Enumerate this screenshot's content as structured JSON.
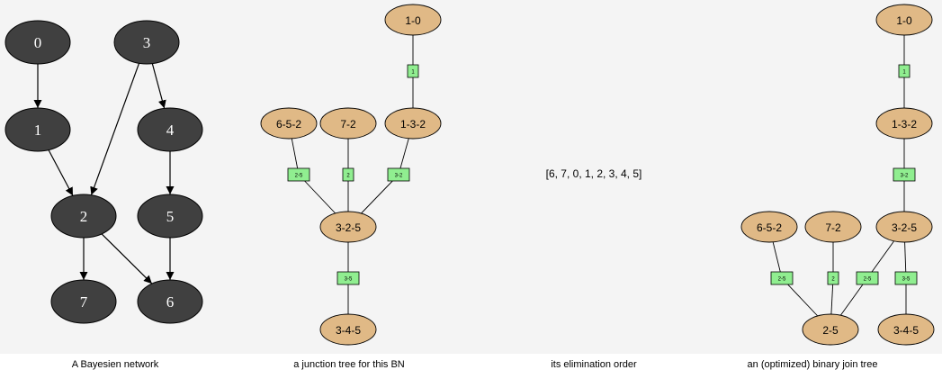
{
  "colors": {
    "panel_bg": "#f4f4f4",
    "bn_node_fill": "#404040",
    "bn_node_text": "#ffffff",
    "clique_fill": "#e0b986",
    "separator_fill": "#90ee90",
    "edge": "#000000"
  },
  "bn": {
    "nodes": [
      "0",
      "1",
      "2",
      "3",
      "4",
      "5",
      "6",
      "7"
    ],
    "edges": [
      [
        "0",
        "1"
      ],
      [
        "1",
        "2"
      ],
      [
        "3",
        "2"
      ],
      [
        "3",
        "4"
      ],
      [
        "4",
        "5"
      ],
      [
        "2",
        "7"
      ],
      [
        "2",
        "6"
      ],
      [
        "5",
        "6"
      ]
    ]
  },
  "junction_tree": {
    "cliques": [
      "1-0",
      "1-3-2",
      "6-5-2",
      "7-2",
      "3-2-5",
      "3-4-5"
    ],
    "separators": [
      {
        "label": "1",
        "between": [
          "1-0",
          "1-3-2"
        ]
      },
      {
        "label": "2-5",
        "between": [
          "6-5-2",
          "3-2-5"
        ]
      },
      {
        "label": "2",
        "between": [
          "7-2",
          "3-2-5"
        ]
      },
      {
        "label": "3-2",
        "between": [
          "1-3-2",
          "3-2-5"
        ]
      },
      {
        "label": "3-5",
        "between": [
          "3-2-5",
          "3-4-5"
        ]
      }
    ]
  },
  "elimination_order": "[6, 7, 0, 1, 2, 3, 4, 5]",
  "binary_join_tree": {
    "cliques": [
      "1-0",
      "1-3-2",
      "3-2-5",
      "6-5-2",
      "7-2",
      "2-5",
      "3-4-5"
    ],
    "separators": [
      {
        "label": "1",
        "between": [
          "1-0",
          "1-3-2"
        ]
      },
      {
        "label": "3-2",
        "between": [
          "1-3-2",
          "3-2-5"
        ]
      },
      {
        "label": "2-5",
        "between": [
          "6-5-2",
          "2-5"
        ]
      },
      {
        "label": "2",
        "between": [
          "7-2",
          "2-5"
        ]
      },
      {
        "label": "2-5",
        "between": [
          "3-2-5",
          "2-5"
        ]
      },
      {
        "label": "3-5",
        "between": [
          "3-2-5",
          "3-4-5"
        ]
      }
    ]
  },
  "captions": {
    "bn": "A Bayesien network",
    "jt": "a junction tree for this BN",
    "order": "its elimination order",
    "bjt": "an (optimized) binary join tree"
  }
}
